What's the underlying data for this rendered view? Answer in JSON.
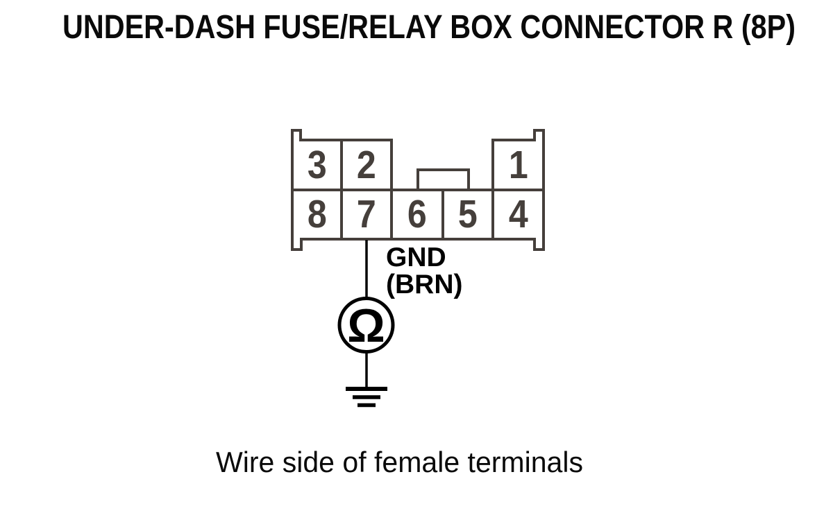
{
  "header": {
    "title": "UNDER-DASH FUSE/RELAY BOX CONNECTOR R (8P)"
  },
  "connector": {
    "type": "8P connector, two rows, wire side",
    "pins": [
      {
        "number": "3",
        "row": "top"
      },
      {
        "number": "2",
        "row": "top"
      },
      {
        "number": "1",
        "row": "top"
      },
      {
        "number": "8",
        "row": "bottom"
      },
      {
        "number": "7",
        "row": "bottom"
      },
      {
        "number": "6",
        "row": "bottom"
      },
      {
        "number": "5",
        "row": "bottom"
      },
      {
        "number": "4",
        "row": "bottom"
      }
    ]
  },
  "wire": {
    "from_pin": "7",
    "signal": "GND",
    "color_code": "(BRN)"
  },
  "meter": {
    "type": "ohmmeter",
    "symbol": "Ω"
  },
  "ground": {
    "symbol": "chassis-ground (three bars)"
  },
  "footer": {
    "caption": "Wire side of female terminals"
  },
  "colors": {
    "background": "#FFFFFF",
    "connector_line_gray": "#453F3B",
    "ink_black": "#000000"
  }
}
